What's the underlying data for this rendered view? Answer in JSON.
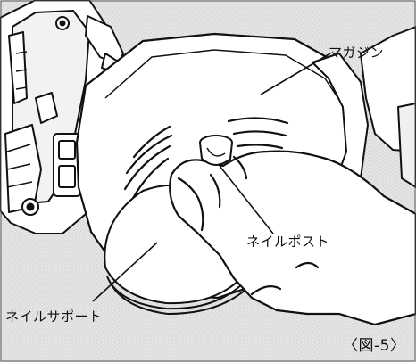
{
  "labels": {
    "magazine": "マガジン",
    "nail_post": "ネイルポスト",
    "nail_support": "ネイルサポート"
  },
  "figure_number": "〈図-5〉",
  "colors": {
    "background": "#e2e2e2",
    "line": "#111111",
    "fill": "#ffffff"
  }
}
